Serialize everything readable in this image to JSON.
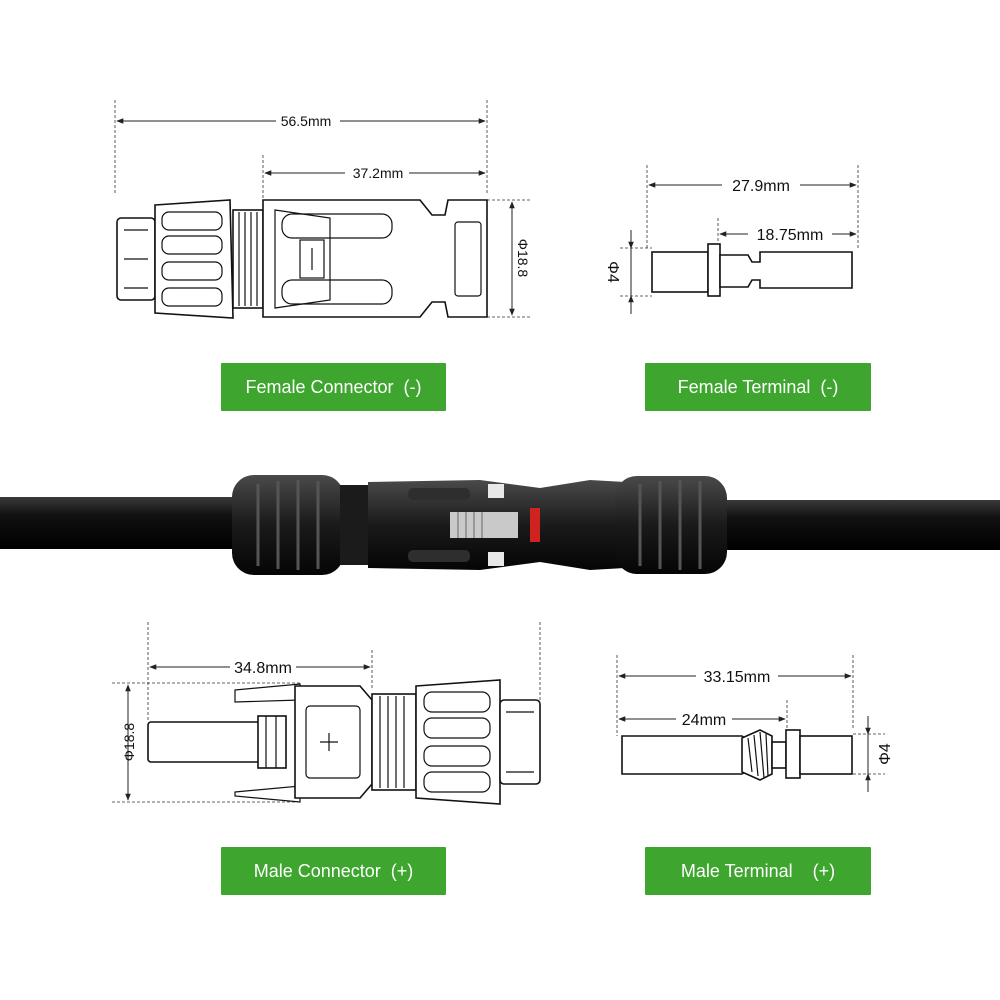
{
  "female_connector": {
    "label": "Female Connector  (-)",
    "dims": {
      "overall": "56.5mm",
      "body": "37.2mm",
      "diameter": "Φ18.8"
    }
  },
  "female_terminal": {
    "label": "Female Terminal  (-)",
    "dims": {
      "overall": "27.9mm",
      "pin": "18.75mm",
      "diameter": "Φ4"
    }
  },
  "male_connector": {
    "label": "Male Connector  (+)",
    "dims": {
      "length": "34.8mm",
      "diameter": "Φ18.8"
    }
  },
  "male_terminal": {
    "label": "Male Terminal    (+)",
    "dims": {
      "overall": "33.15mm",
      "pin": "24mm",
      "diameter": "Φ4"
    }
  },
  "colors": {
    "label_green": "#3ea52f",
    "cable_black": "#0d0d0d",
    "accent_red": "#d0231f"
  }
}
